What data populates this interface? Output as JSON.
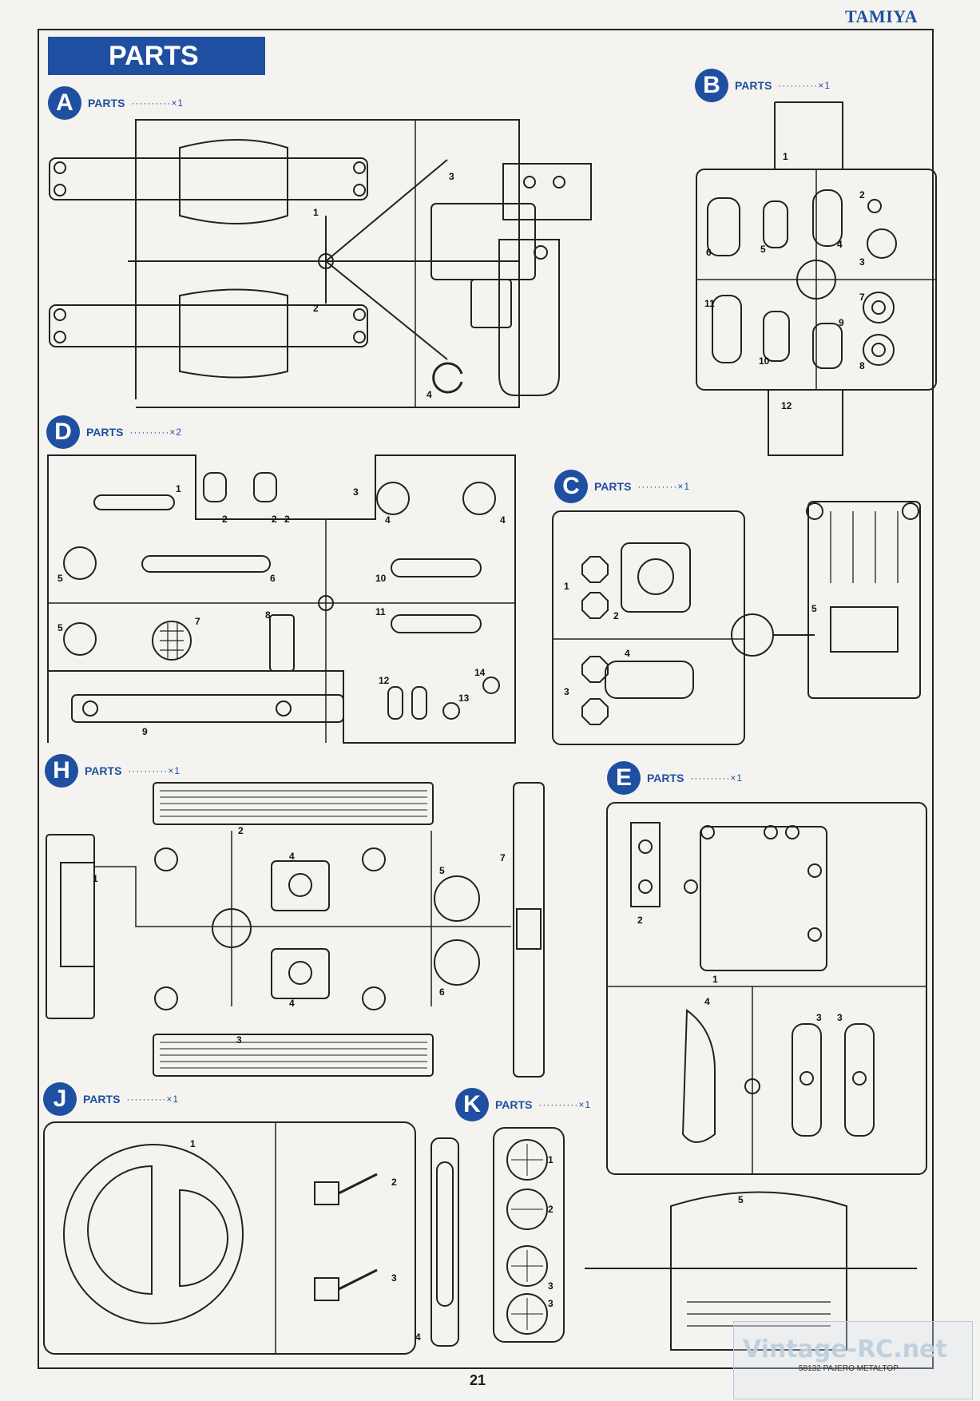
{
  "brand": "TAMIYA",
  "title": "PARTS",
  "page_number": "21",
  "product": "58132 PAJERO METALTOP",
  "watermark": "Vintage-RC.net",
  "colors": {
    "accent": "#1f4fa0"
  },
  "sections": [
    {
      "letter": "A",
      "label": "PARTS",
      "qty": "··········×1"
    },
    {
      "letter": "B",
      "label": "PARTS",
      "qty": "··········×1"
    },
    {
      "letter": "D",
      "label": "PARTS",
      "qty": "··········×2"
    },
    {
      "letter": "C",
      "label": "PARTS",
      "qty": "··········×1"
    },
    {
      "letter": "H",
      "label": "PARTS",
      "qty": "··········×1"
    },
    {
      "letter": "E",
      "label": "PARTS",
      "qty": "··········×1"
    },
    {
      "letter": "J",
      "label": "PARTS",
      "qty": "··········×1"
    },
    {
      "letter": "K",
      "label": "PARTS",
      "qty": "··········×1"
    }
  ],
  "part_numbers": {
    "A": [
      "1",
      "2",
      "3",
      "4"
    ],
    "B": [
      "1",
      "2",
      "3",
      "4",
      "5",
      "6",
      "7",
      "8",
      "9",
      "10",
      "11",
      "12"
    ],
    "D": [
      "1",
      "2",
      "2",
      "2",
      "3",
      "4",
      "4",
      "5",
      "5",
      "6",
      "7",
      "8",
      "9",
      "10",
      "11",
      "12",
      "13",
      "14"
    ],
    "C": [
      "1",
      "2",
      "3",
      "4",
      "5"
    ],
    "H": [
      "1",
      "2",
      "3",
      "4",
      "4",
      "5",
      "6",
      "7"
    ],
    "E": [
      "1",
      "2",
      "3",
      "3",
      "4",
      "5"
    ],
    "J": [
      "1",
      "2",
      "3",
      "4"
    ],
    "K": [
      "1",
      "2",
      "3",
      "3"
    ]
  }
}
